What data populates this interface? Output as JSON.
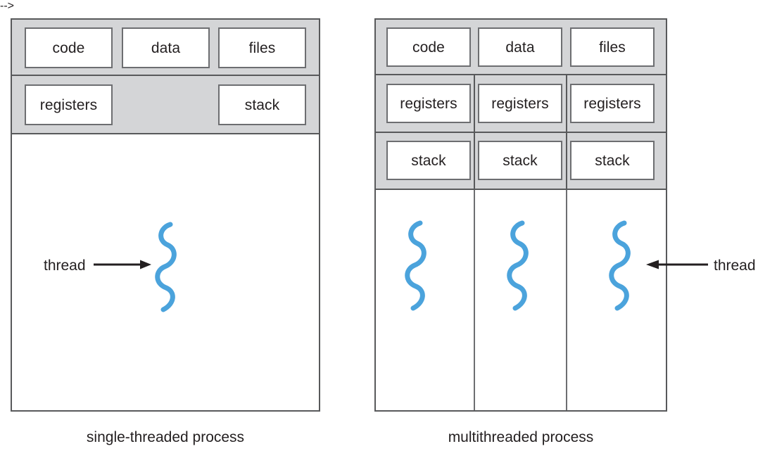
{
  "diagram": {
    "title": "single-threaded vs multithreaded process",
    "accent_color": "#4BA3DC",
    "panel_border_color": "#58595b",
    "band_fill_color": "#d4d5d7",
    "box_border_color": "#6d6e71",
    "text_color": "#231f20"
  },
  "single_threaded": {
    "caption": "single-threaded process",
    "bands": [
      {
        "cells": [
          "code",
          "data",
          "files"
        ]
      },
      {
        "cells": [
          "registers",
          "stack"
        ]
      }
    ],
    "thread_count": 1,
    "callout": {
      "label": "thread",
      "arrow_direction": "right"
    }
  },
  "multithreaded": {
    "caption": "multithreaded process",
    "bands": [
      {
        "cells": [
          "code",
          "data",
          "files"
        ]
      },
      {
        "cells": [
          "registers",
          "registers",
          "registers"
        ]
      },
      {
        "cells": [
          "stack",
          "stack",
          "stack"
        ]
      }
    ],
    "thread_count": 3,
    "callout": {
      "label": "thread",
      "arrow_direction": "left"
    }
  }
}
